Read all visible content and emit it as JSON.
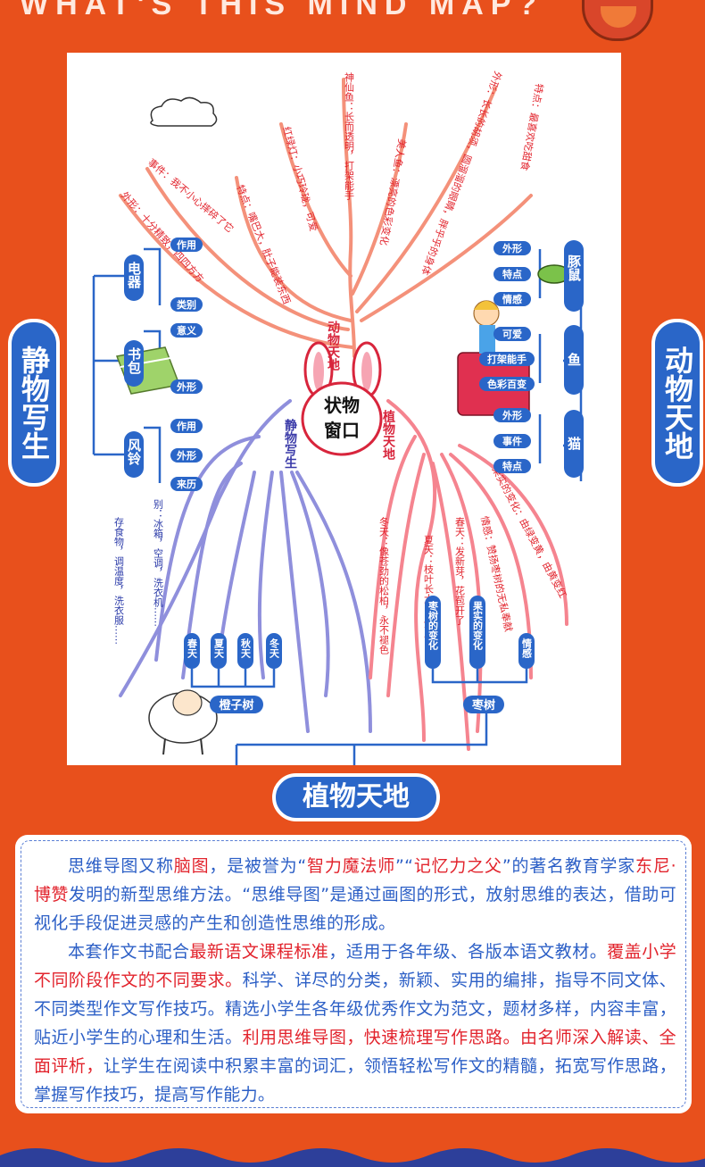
{
  "header": {
    "title": "WHAT'S THIS MIND MAP?"
  },
  "center": {
    "title_line1": "状物",
    "title_line2": "窗口"
  },
  "side_labels": {
    "left": "静物写生",
    "right": "动物天地",
    "bottom": "植物天地"
  },
  "branches": {
    "animal": "动物天地",
    "still": "静物写生",
    "plant": "植物天地"
  },
  "still_nodes": {
    "n1": "电器",
    "n1_sub": [
      "作用",
      "类别"
    ],
    "n2": "书包",
    "n2_sub": [
      "意义",
      "外形"
    ],
    "n3": "风铃",
    "n3_sub": [
      "作用",
      "外形",
      "来历"
    ]
  },
  "animal_nodes": {
    "n1": "豚鼠",
    "n1_sub": [
      "外形",
      "特点",
      "情感"
    ],
    "n2": "鱼",
    "n2_sub": [
      "可爱",
      "打架能手",
      "色彩百变"
    ],
    "n3": "猫",
    "n3_sub": [
      "外形",
      "事件",
      "特点"
    ]
  },
  "plant_nodes": {
    "orange": "橙子树",
    "orange_sub": [
      "春天",
      "夏天",
      "秋天",
      "冬天"
    ],
    "date": "枣树",
    "date_sub": [
      "枣树的变化",
      "果实的变化",
      "情感"
    ]
  },
  "tree_texts": {
    "top": [
      "神仙鱼：长而透明，打架能手",
      "红绿灯：小巧玲珑，可爱",
      "美人鱼：漂亮的色彩变化",
      "外形：长长的胡须，圆溜溜的眼睛，胖乎乎的身体",
      "特点：最喜欢吃甜食"
    ],
    "left": [
      "事件：我不小心摔碎了它",
      "外形：十分精致，四四方方",
      "特点：嘴巴大，肚子能装东西",
      "存食物，调温度，洗衣服……",
      "别：冰箱，空调，洗衣机……"
    ],
    "right": [
      "果实的变化：由绿变黄，由黄变红",
      "情感：赞扬枣树的无私奉献",
      "春天：发新芽，花苞开了",
      "夏天：枝叶长大，皮青色",
      "冬天：像苍劲的松柏，永不褪色"
    ]
  },
  "description": {
    "p1_a": "思维导图又称",
    "p1_b": "脑图",
    "p1_c": "，是被誉为“",
    "p1_d": "智力魔法师",
    "p1_e": "”“",
    "p1_f": "记忆力之父",
    "p1_g": "”的著名教育学家",
    "p1_h": "东尼·博赞",
    "p1_i": "发明的新型思维方法。“思维导图”是通过画图的形式，放射思维的表达，借助可视化手段促进灵感的产生和创造性思维的形成。",
    "p2_a": "本套作文书配合",
    "p2_b": "最新语文课程标准",
    "p2_c": "，适用于各年级、各版本语文教材。",
    "p2_d": "覆盖小学不同阶段作文的不同要求。",
    "p2_e": "科学、详尽的分类，新颖、实用的编排，指导不同文体、不同类型作文写作技巧。精选小学生各年级优秀作文为范文，题材多样，内容丰富，贴近小学生的心理和生活。",
    "p2_f": "利用思维导图，快速梳理写作思路。由名师深入解读、全面评析，",
    "p2_g": "让学生在阅读中积累丰富的词汇，领悟轻松写作文的精髓，拓宽写作思路，掌握写作技巧，提高写作能力。"
  },
  "colors": {
    "background": "#e8501c",
    "accent_blue": "#2a66c8",
    "animal_branch": "#f08060",
    "still_branch": "#8a8ad8",
    "plant_branch": "#f07888",
    "text_red": "#e2242d"
  }
}
